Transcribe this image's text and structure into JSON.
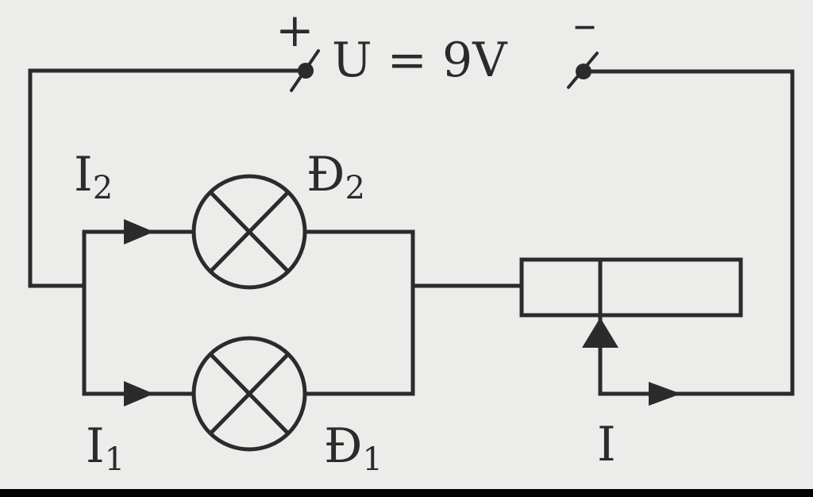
{
  "source": {
    "plus": "+",
    "label": "U = 9V",
    "minus": "–"
  },
  "lamps": {
    "d2": {
      "main": "Đ",
      "sub": "2"
    },
    "d1": {
      "main": "Đ",
      "sub": "1"
    }
  },
  "currents": {
    "i2": {
      "main": "I",
      "sub": "2"
    },
    "i1": {
      "main": "I",
      "sub": "1"
    },
    "i": {
      "main": "I"
    }
  }
}
